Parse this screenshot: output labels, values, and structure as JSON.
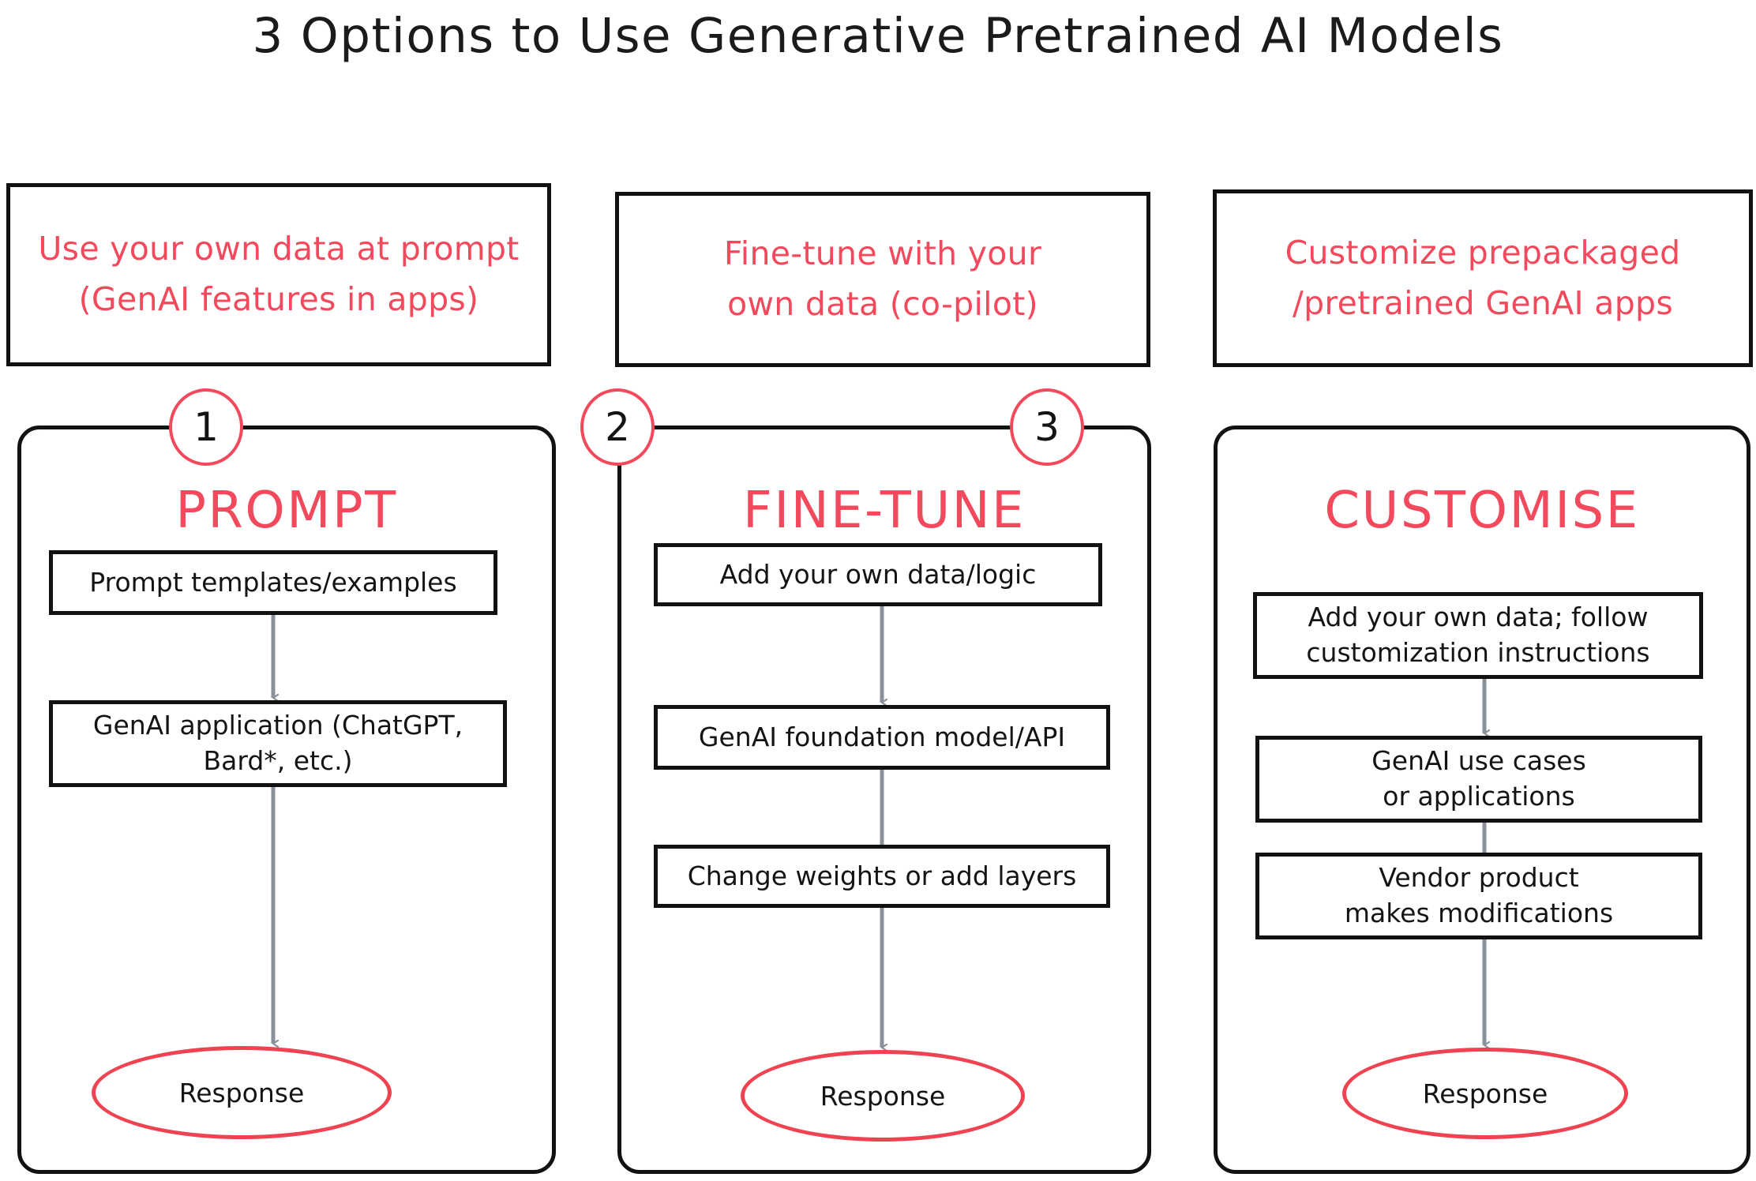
{
  "title": "3 Options to Use Generative Pretrained AI Models",
  "colors": {
    "accent_red": "#f2495c",
    "ellipse_red": "#ef4352",
    "ink_black": "#111111",
    "arrow_gray": "#8a9199"
  },
  "columns": [
    {
      "badge": "1",
      "header_caption": "Use your own data at prompt\n(GenAI features in apps)",
      "heading": "PROMPT",
      "steps": [
        "Prompt templates/examples",
        "GenAI application (ChatGPT,\nBard*, etc.)"
      ],
      "response": "Response"
    },
    {
      "badge": "2",
      "header_caption": "Fine-tune with your\nown data (co-pilot)",
      "heading": "FINE-TUNE",
      "steps": [
        "Add your own data/logic",
        "GenAI foundation model/API",
        "Change weights or add layers"
      ],
      "response": "Response"
    },
    {
      "badge": "3",
      "header_caption": "Customize prepackaged\n/pretrained GenAI apps",
      "heading": "CUSTOMISE",
      "steps": [
        "Add your own data; follow\ncustomization instructions",
        "GenAI use cases\nor applications",
        "Vendor product\nmakes modifications"
      ],
      "response": "Response"
    }
  ]
}
